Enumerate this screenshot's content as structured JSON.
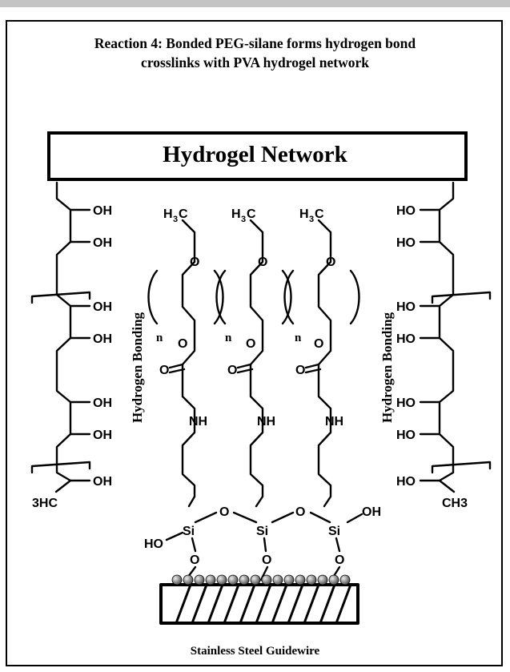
{
  "title": {
    "line1": "Reaction 4: Bonded PEG-silane forms hydrogen bond",
    "line2": "crosslinks with PVA  hydrogel network"
  },
  "network_label": "Hydrogel Network",
  "hydrogen_bonding_label": "Hydrogen Bonding",
  "caption": "Stainless Steel Guidewire",
  "labels": {
    "oh": "OH",
    "ho": "HO",
    "o": "O",
    "n": "n",
    "nh": "NH",
    "si": "Si",
    "h3c_main": "H",
    "h3c_sub": "3",
    "h3c_c": "C",
    "terminal_left": "3HC",
    "terminal_right": "CH3"
  },
  "colors": {
    "line": "#000000",
    "bead_dark": "#555555",
    "bead_light": "#eeeeee",
    "top_bar": "#c4c4c4"
  }
}
